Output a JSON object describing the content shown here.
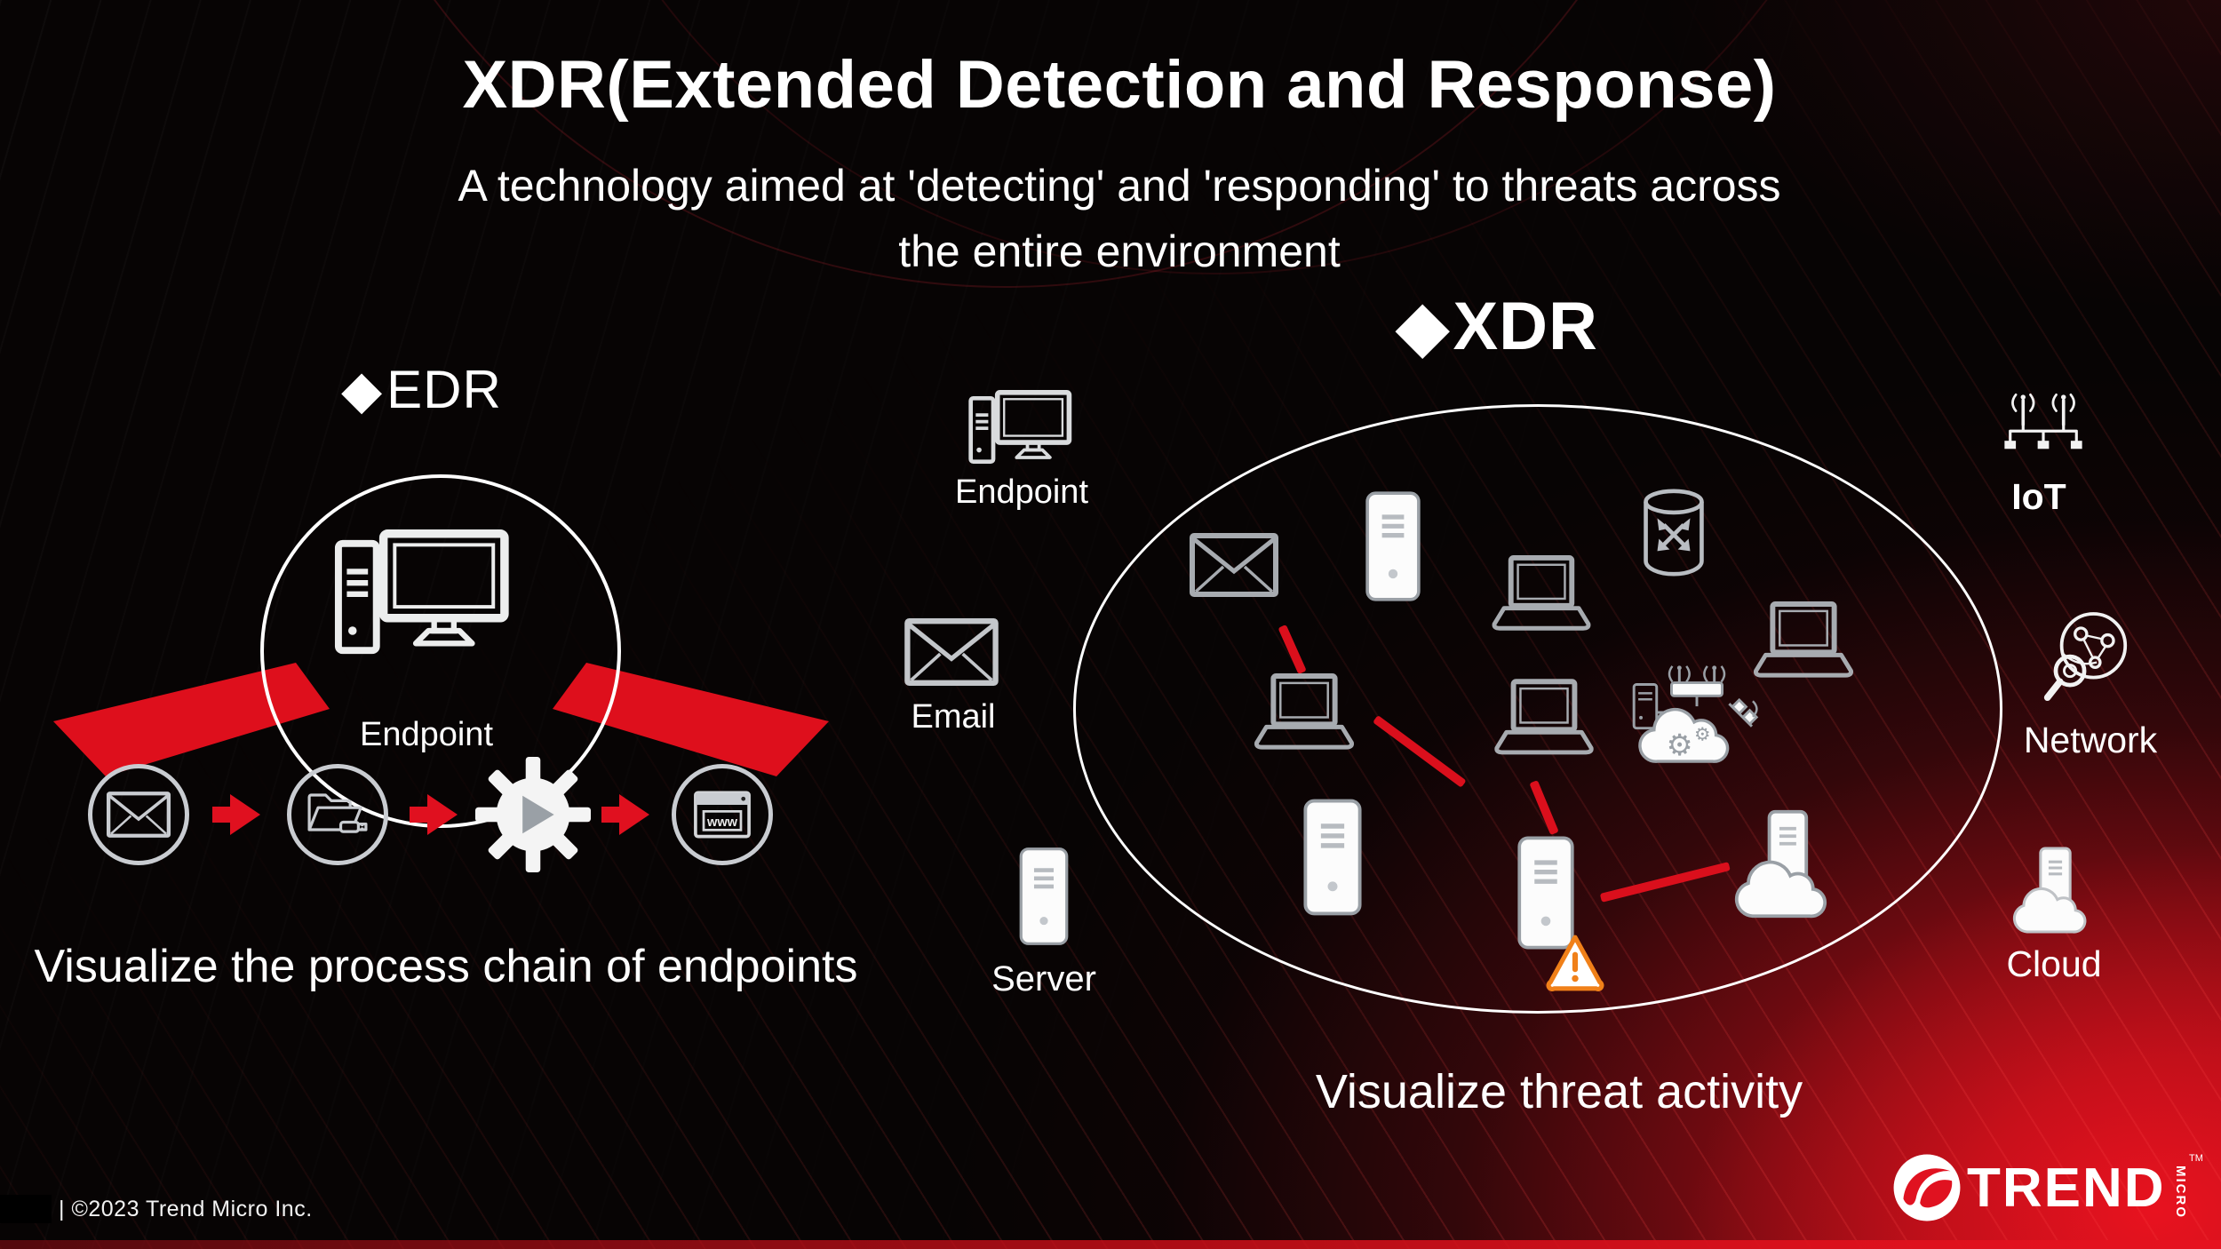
{
  "slide": {
    "title": "XDR(Extended Detection and Response)",
    "subtitle_line1": "A technology aimed at 'detecting' and 'responding' to threats across",
    "subtitle_line2": "the entire environment"
  },
  "edr": {
    "diamond": "◆",
    "heading": "EDR",
    "endpoint_label": "Endpoint",
    "caption": "Visualize the process chain of endpoints",
    "browser_text": "www",
    "chain_icons": [
      "email-icon",
      "folder-usb-icon",
      "gear-process-icon",
      "browser-www-icon"
    ]
  },
  "collection_sources": {
    "endpoint": {
      "label": "Endpoint",
      "icon": "desktop-computer-icon"
    },
    "email": {
      "label": "Email",
      "icon": "envelope-icon"
    },
    "server": {
      "label": "Server",
      "icon": "server-tower-icon"
    }
  },
  "xdr": {
    "diamond": "◆",
    "heading": "XDR",
    "caption": "Visualize threat activity",
    "node_icons": [
      "envelope-icon",
      "server-tower-icon",
      "laptop-icon",
      "database-sync-icon",
      "laptop-icon",
      "laptop-icon",
      "laptop-icon",
      "iot-cloud-gears-icon",
      "server-tower-icon",
      "server-tower-icon",
      "warning-triangle-icon",
      "cloud-server-icon"
    ]
  },
  "right_sources": {
    "iot": {
      "label": "IoT",
      "icon": "iot-antennas-icon"
    },
    "network": {
      "label": "Network",
      "icon": "network-globe-magnifier-icon"
    },
    "cloud": {
      "label": "Cloud",
      "icon": "cloud-server-icon"
    }
  },
  "footer": {
    "copyright": "| ©2023 Trend Micro Inc.",
    "logo": {
      "brand": "TREND",
      "sub": "MICRO",
      "tm": "TM"
    }
  },
  "colors": {
    "accent_red": "#de0f1c",
    "warning_orange": "#f08019",
    "icon_gray": "#a7abb0",
    "white": "#ffffff",
    "background": "#070404"
  }
}
